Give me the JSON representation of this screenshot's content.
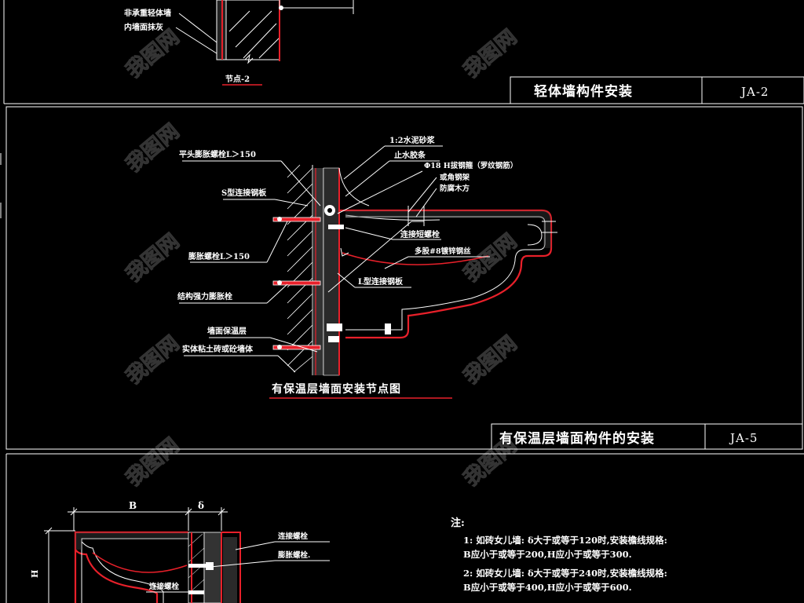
{
  "top_panel": {
    "labels": [
      "非承重轻体墙",
      "内墙面抹灰"
    ],
    "node_label": "节点-2",
    "title": "轻体墙构件安装",
    "code": "JA-2"
  },
  "middle_panel": {
    "labels": {
      "mortar": "1:2水泥砂浆",
      "waterstop": "止水胶条",
      "pipe": "Φ18 H拔钢箍（罗纹钢筋）",
      "angle": "或角钢架",
      "wood": "防腐木方",
      "flat_bolt": "平头膨胀螺栓L＞150",
      "s_plate": "S型连接钢板",
      "conn_bolt": "连接短螺栓",
      "expand_bolt": "膨胀螺栓L＞150",
      "wire": "多股#8镀锌钢丝",
      "l_plate": "L型连接钢板",
      "anchor": "结构强力膨胀栓",
      "insulation": "墙面保温层",
      "wall": "实体粘土砖或砼墙体"
    },
    "caption": "有保温层墙面安装节点图",
    "title": "有保温层墙面构件的安装",
    "code": "JA-5"
  },
  "bottom_panel": {
    "dim_b": "B",
    "dim_delta": "δ",
    "dim_h": "H",
    "labels": {
      "conn_bolt": "连接螺栓",
      "expand_bolt": "膨胀螺栓.",
      "conn_bolt2": "连接螺栓"
    },
    "notes_header": "注:",
    "notes": [
      "1: 如砖女儿墙: δ大于或等于120时,安装檐线规格:",
      "B应小于或等于200,H应小于或等于300.",
      "2: 如砖女儿墙: δ大于或等于240时,安装檐线规格:",
      "B应小于或等于400,H应小于或等于600."
    ]
  },
  "watermark": "我图网",
  "colors": {
    "background": "#000000",
    "line": "#ffffff",
    "accent": "#e8202a"
  }
}
